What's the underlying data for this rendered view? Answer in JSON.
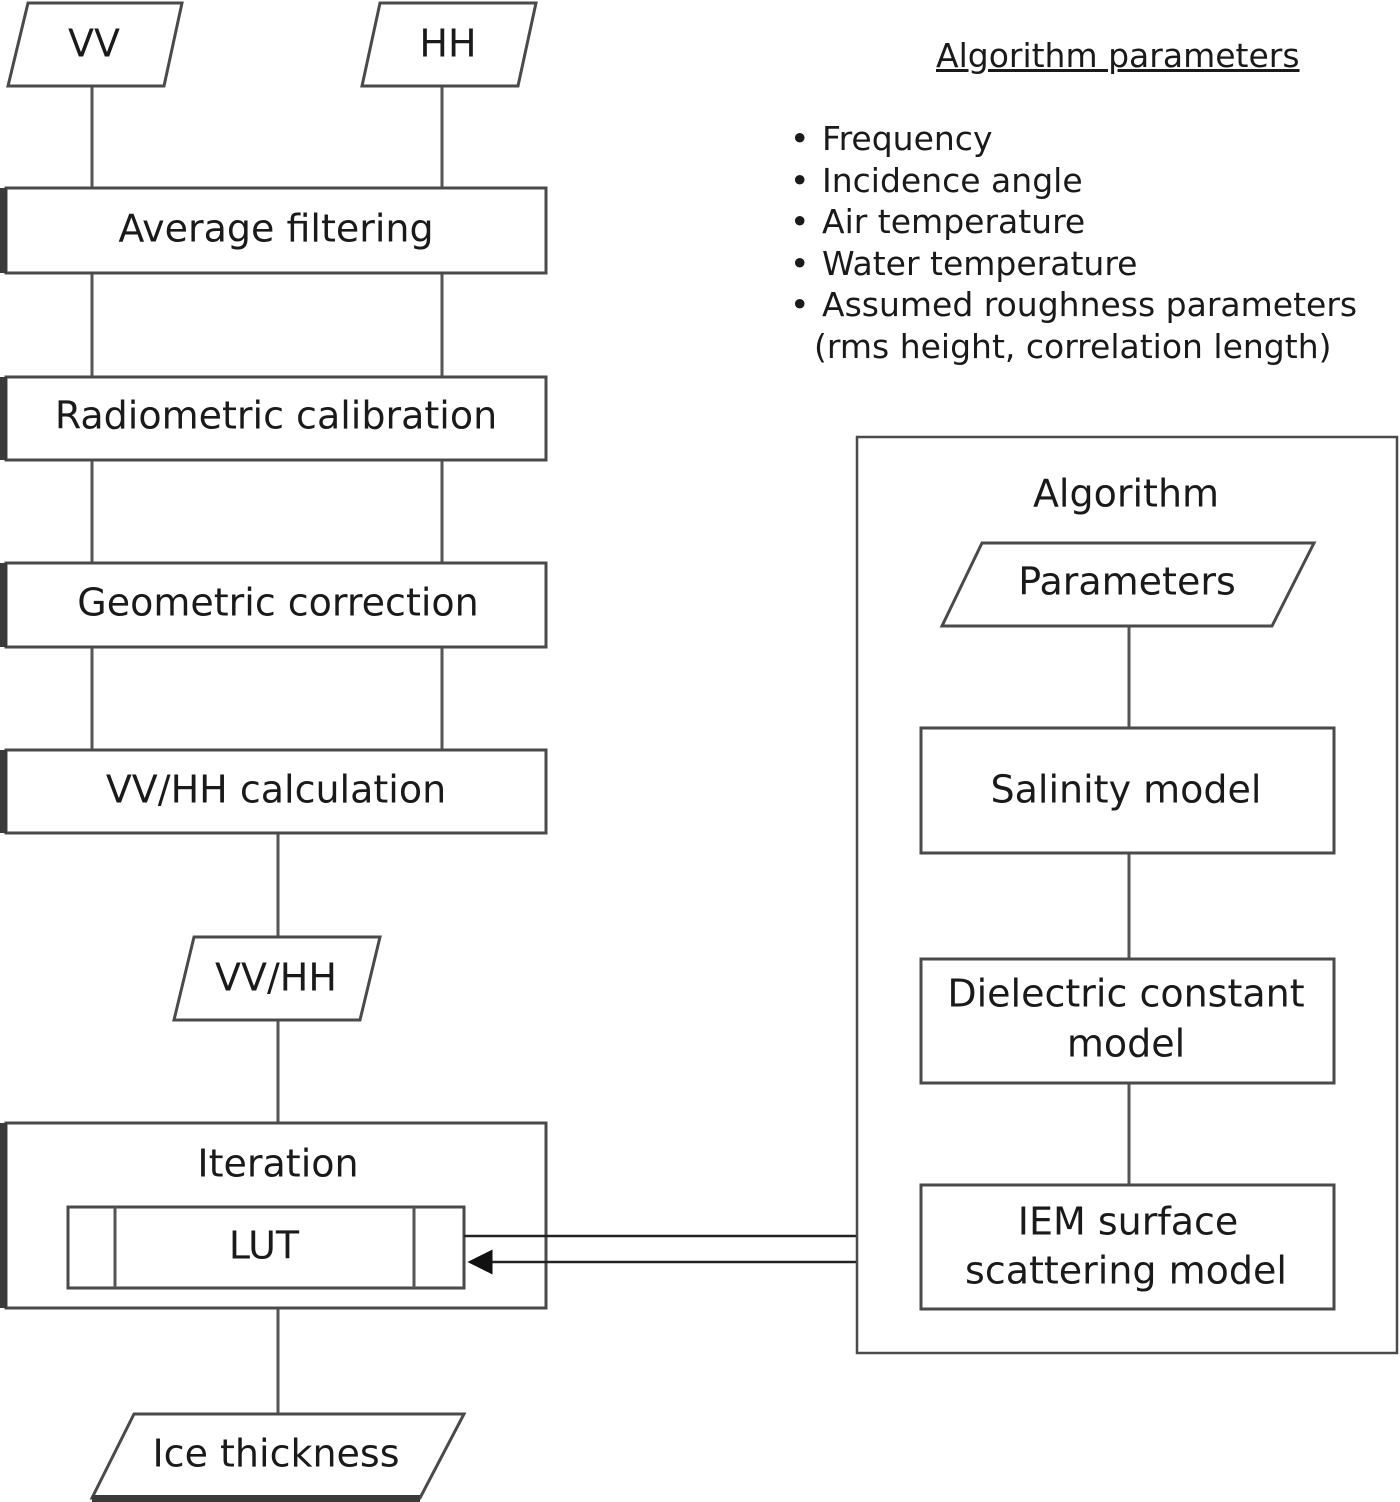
{
  "inputs": {
    "vv": "VV",
    "hh": "HH"
  },
  "processing_steps": [
    "Average filtering",
    "Radiometric calibration",
    "Geometric correction",
    "VV/HH calculation"
  ],
  "ratio_output": "VV/HH",
  "iteration": {
    "title": "Iteration",
    "lut": "LUT"
  },
  "final_output": "Ice thickness",
  "algorithm_parameters": {
    "title": "Algorithm parameters",
    "items": [
      "Frequency",
      "Incidence angle",
      "Air temperature",
      "Water temperature",
      "Assumed roughness parameters"
    ],
    "note": "(rms height, correlation length)"
  },
  "algorithm": {
    "title": "Algorithm",
    "parameters": "Parameters",
    "salinity_model": "Salinity model",
    "dielectric_model": [
      "Dielectric constant",
      "model"
    ],
    "iem_model": [
      "IEM surface",
      "scattering model"
    ]
  }
}
